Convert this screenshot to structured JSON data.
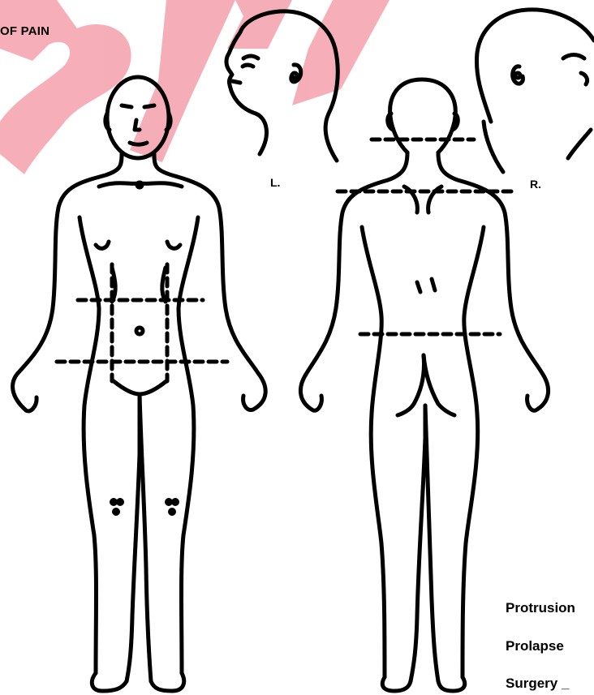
{
  "header": {
    "title": "OF PAIN",
    "watermark": "SAMPLE",
    "watermark_color": "#f29aa6"
  },
  "diagram": {
    "head_left_label": "L.",
    "head_right_label": "R.",
    "figures": [
      "front-body",
      "back-body",
      "left-head-profile",
      "right-head-profile"
    ]
  },
  "side_items": [
    {
      "label": "Protrusion"
    },
    {
      "label": "Prolapse"
    },
    {
      "label": "Surgery _"
    }
  ]
}
